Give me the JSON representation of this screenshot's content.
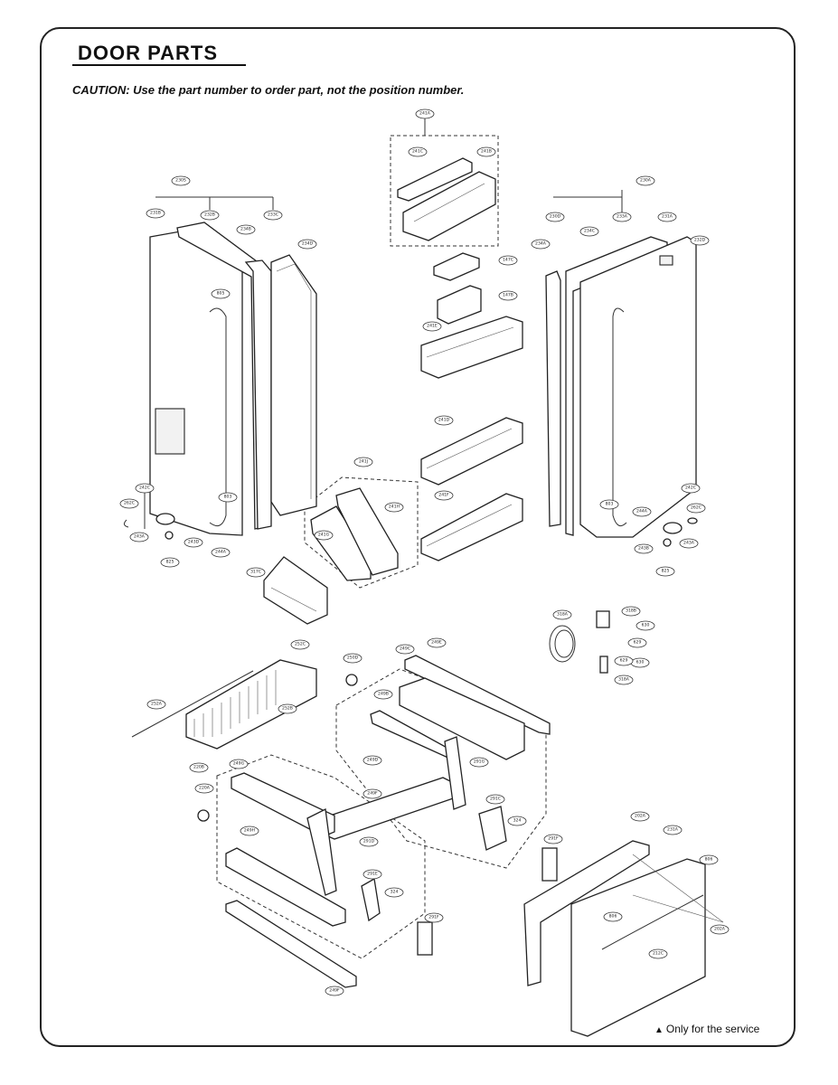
{
  "header": {
    "title": "DOOR PARTS",
    "caution": "CAUTION: Use the part number to order part, not the position number."
  },
  "footer": {
    "note_symbol": "▲",
    "note_text": "Only for the service"
  },
  "callouts": [
    "241A",
    "241C",
    "241B",
    "230S",
    "231B",
    "232B",
    "234B",
    "233C",
    "234D",
    "805",
    "230D",
    "230A",
    "233A",
    "234C",
    "234A",
    "231A",
    "232D",
    "147C",
    "147B",
    "241E",
    "241D",
    "241F",
    "241J",
    "241H",
    "241G",
    "242C",
    "262C",
    "243A",
    "243D",
    "825",
    "244A",
    "803",
    "317C",
    "244A",
    "803",
    "242C",
    "262C",
    "243B",
    "243A",
    "825",
    "318A",
    "318B",
    "630",
    "629",
    "630",
    "629",
    "318A",
    "252C",
    "250D",
    "249C",
    "249E",
    "252A",
    "252B",
    "249B",
    "220B",
    "249D",
    "220A",
    "249G",
    "249F",
    "291G",
    "291C",
    "249H",
    "324",
    "291D",
    "291F",
    "291E",
    "324",
    "291F",
    "202A",
    "806",
    "231A",
    "806",
    "202A",
    "212C",
    "249F"
  ],
  "colors": {
    "line": "#222222",
    "frame": "#222222",
    "background": "#ffffff"
  }
}
